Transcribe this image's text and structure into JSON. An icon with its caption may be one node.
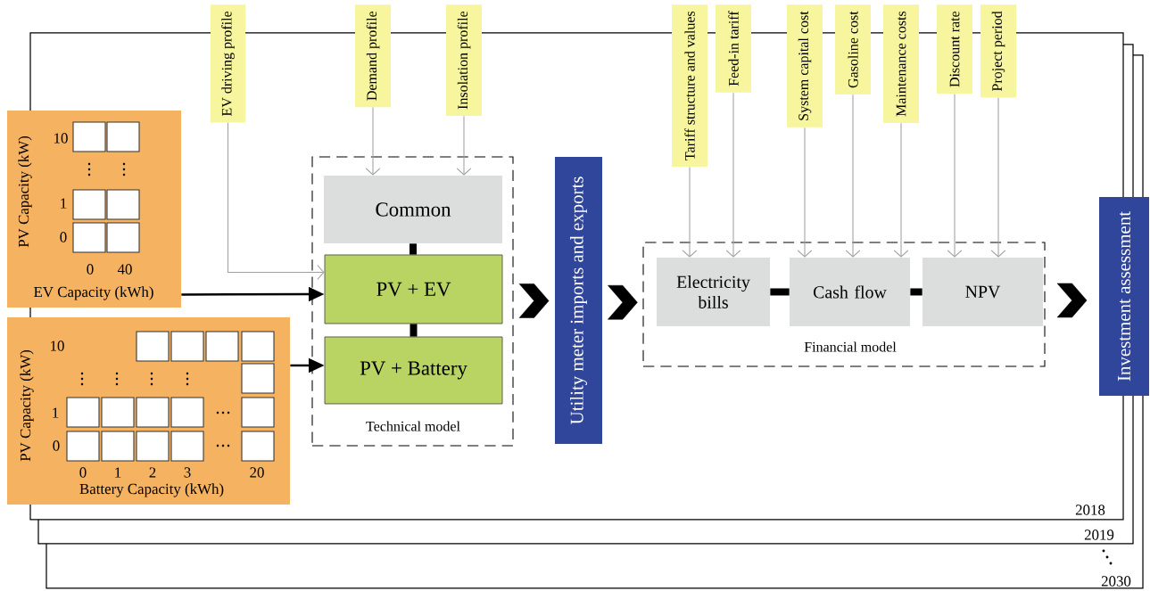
{
  "diagram": {
    "nodes": [
      {
        "text": [
          "PV Capacity (kW)",
          "EV Capacity (kWh)"
        ]
      },
      {
        "text": [
          "PV Capacity (kW)",
          "Battery Capacity (kWh)"
        ]
      },
      {
        "text": [
          "EV driving profile"
        ]
      },
      {
        "text": [
          "Demand profile"
        ]
      },
      {
        "text": [
          "Insolation profile"
        ]
      },
      {
        "text": [
          "Technical model"
        ]
      },
      {
        "text": [
          "Common"
        ],
        "in": 5
      },
      {
        "text": [
          "PV + EV"
        ],
        "in": 5
      },
      {
        "text": [
          "PV + Battery"
        ],
        "in": 5
      },
      {
        "text": [
          "Utility meter imports and exports"
        ]
      },
      {
        "text": [
          "Tariff structure and values"
        ]
      },
      {
        "text": [
          "Feed-in tariff"
        ]
      },
      {
        "text": [
          "System capital cost"
        ]
      },
      {
        "text": [
          "Gasoline cost"
        ]
      },
      {
        "text": [
          "Maintenance costs"
        ]
      },
      {
        "text": [
          "Discount rate"
        ]
      },
      {
        "text": [
          "Project period"
        ]
      },
      {
        "text": [
          "Financial model"
        ]
      },
      {
        "text": [
          "Electricity bills"
        ],
        "in": 17
      },
      {
        "text": [
          "Cash flow"
        ],
        "in": 17
      },
      {
        "text": [
          "NPV"
        ],
        "in": 17
      },
      {
        "text": [
          "Investment assessment"
        ]
      }
    ],
    "edges": [
      {
        "from": 0,
        "to": 7,
        "arrow": "to",
        "color": "#000000"
      },
      {
        "from": 1,
        "to": 8,
        "arrow": "to",
        "color": "#000000"
      },
      {
        "from": 2,
        "to": 7,
        "arrow": "to"
      },
      {
        "from": 3,
        "to": 6,
        "arrow": "to"
      },
      {
        "from": 4,
        "to": 6,
        "arrow": "to"
      },
      {
        "from": 6,
        "to": 7,
        "arrow": "none",
        "style": "thick",
        "color": "#000000"
      },
      {
        "from": 7,
        "to": 8,
        "arrow": "none",
        "style": "thick",
        "color": "#000000"
      },
      {
        "from": 5,
        "to": 9,
        "arrow": "to",
        "style": "thick",
        "color": "#000000"
      },
      {
        "from": 9,
        "to": 17,
        "arrow": "to",
        "style": "thick",
        "color": "#000000"
      },
      {
        "from": 10,
        "to": 18,
        "arrow": "to"
      },
      {
        "from": 11,
        "to": 18,
        "arrow": "to"
      },
      {
        "from": 12,
        "to": 19,
        "arrow": "to"
      },
      {
        "from": 13,
        "to": 19,
        "arrow": "to"
      },
      {
        "from": 14,
        "to": 19,
        "arrow": "to"
      },
      {
        "from": 15,
        "to": 20,
        "arrow": "to"
      },
      {
        "from": 16,
        "to": 20,
        "arrow": "to"
      },
      {
        "from": 18,
        "to": 19,
        "arrow": "none",
        "style": "thick",
        "color": "#000000"
      },
      {
        "from": 19,
        "to": 20,
        "arrow": "none",
        "style": "thick",
        "color": "#000000"
      },
      {
        "from": 17,
        "to": 21,
        "arrow": "to",
        "style": "thick",
        "color": "#000000"
      }
    ],
    "labels": [
      "10",
      "1",
      "0",
      "0",
      "40",
      "10",
      "1",
      "0",
      "0",
      "1",
      "2",
      "3",
      "20",
      "2018",
      "2019",
      "2030"
    ]
  }
}
